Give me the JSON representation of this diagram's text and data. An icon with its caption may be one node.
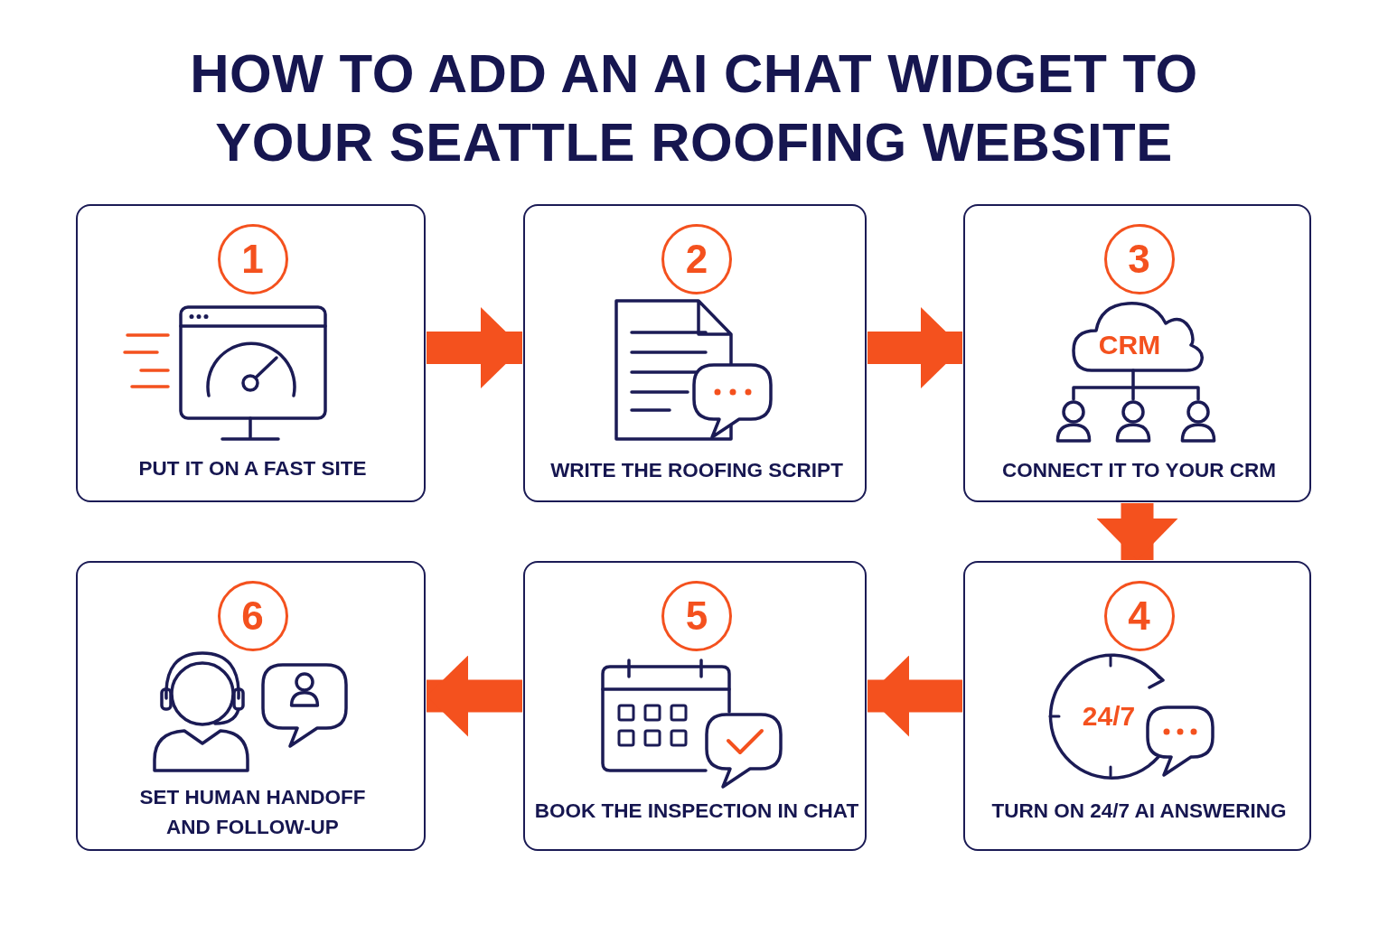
{
  "diagram": {
    "title": "HOW TO ADD AN AI CHAT WIDGET TO YOUR SEATTLE ROOFING WEBSITE",
    "nodes": [
      {
        "text": [
          "1",
          "PUT IT ON A FAST SITE"
        ]
      },
      {
        "text": [
          "2",
          "WRITE THE ROOFING SCRIPT"
        ]
      },
      {
        "text": [
          "3",
          "CONNECT IT TO YOUR CRM"
        ]
      },
      {
        "text": [
          "4",
          "TURN ON 24/7 AI ANSWERING"
        ]
      },
      {
        "text": [
          "5",
          "BOOK THE INSPECTION IN CHAT"
        ]
      },
      {
        "text": [
          "6",
          "SET HUMAN HANDOFF AND FOLLOW-UP"
        ]
      }
    ],
    "edges": [
      {
        "from": 0,
        "to": 1,
        "arrow": "to"
      },
      {
        "from": 1,
        "to": 2,
        "arrow": "to"
      },
      {
        "from": 2,
        "to": 3,
        "arrow": "to"
      },
      {
        "from": 3,
        "to": 4,
        "arrow": "to"
      },
      {
        "from": 4,
        "to": 5,
        "arrow": "to"
      }
    ],
    "labels": [
      "CRM",
      "24/7"
    ]
  }
}
